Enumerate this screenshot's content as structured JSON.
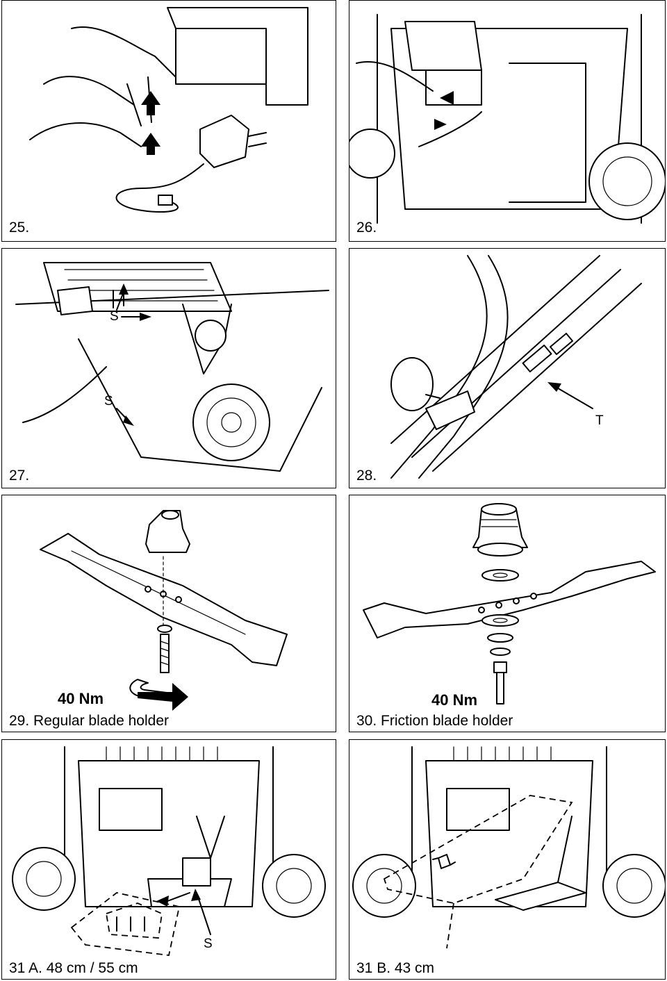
{
  "panels": [
    {
      "id": "p25",
      "caption": "25."
    },
    {
      "id": "p26",
      "caption": "26."
    },
    {
      "id": "p27",
      "caption": "27.",
      "labels": [
        "S",
        "S"
      ]
    },
    {
      "id": "p28",
      "caption": "28.",
      "labels": [
        "T"
      ]
    },
    {
      "id": "p29",
      "caption": "29. Regular blade holder",
      "torque": "40 Nm"
    },
    {
      "id": "p30",
      "caption": "30. Friction blade holder",
      "torque": "40 Nm"
    },
    {
      "id": "p31a",
      "caption": "31 A. 48 cm / 55 cm",
      "labels": [
        "S"
      ]
    },
    {
      "id": "p31b",
      "caption": "31 B. 43 cm"
    }
  ]
}
